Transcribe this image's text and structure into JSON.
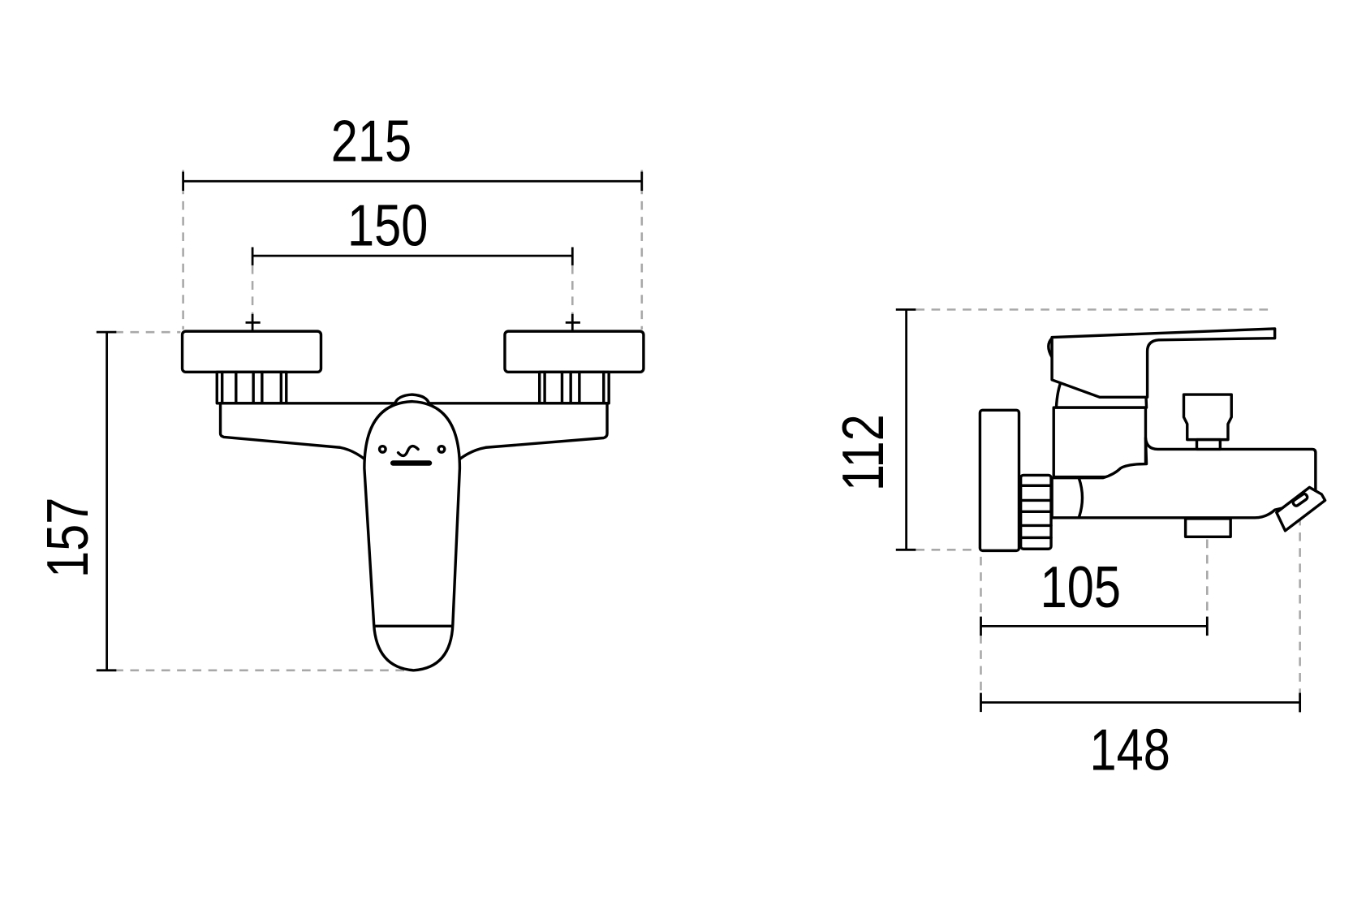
{
  "drawing": {
    "front_view": {
      "dimensions": {
        "overall_width": "215",
        "inlet_spacing": "150",
        "overall_height": "157"
      }
    },
    "side_view": {
      "dimensions": {
        "height": "112",
        "outlet_projection": "105",
        "spout_projection": "148"
      }
    },
    "colors": {
      "line": "#000000",
      "extension_line": "#a8a8a8",
      "background": "#ffffff"
    }
  }
}
